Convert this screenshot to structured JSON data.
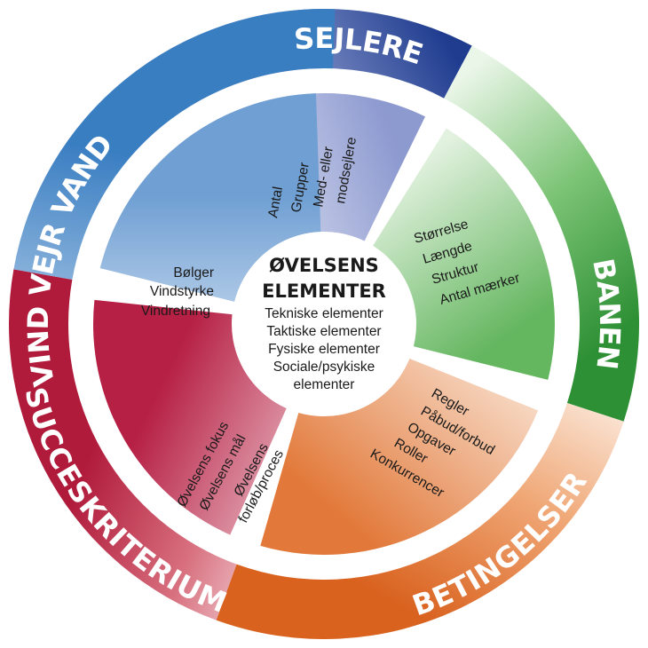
{
  "center": {
    "title_line1": "ØVELSENS",
    "title_line2": "ELEMENTER",
    "items": [
      "Tekniske elementer",
      "Taktiske elementer",
      "Fysiske elementer",
      "Sociale/psykiske",
      "elementer"
    ]
  },
  "segments": {
    "sejlere": {
      "title": "SEJLERE",
      "color": "#1f3c8f",
      "items": [
        "Antal",
        "Grupper",
        "Med- eller",
        "modsejlere"
      ]
    },
    "banen": {
      "title": "BANEN",
      "color": "#3a9a3f",
      "items": [
        "Størrelse",
        "Længde",
        "Struktur",
        "Antal mærker"
      ]
    },
    "betingelser": {
      "title": "BETINGELSER",
      "color": "#e0702e",
      "items": [
        "Regler",
        "Påbud/forbud",
        "Opgaver",
        "Roller",
        "Konkurrencer"
      ]
    },
    "succeskriterium": {
      "title": "SUCCESKRITERIUM",
      "color": "#b31e3f",
      "items": [
        "Øvelsens fokus",
        "Øvelsens mål",
        "Øvelsens",
        "forløb/proces"
      ]
    },
    "vind": {
      "title": "VIND VEJR VAND",
      "color": "#3f82c4",
      "items": [
        "Bølger",
        "Vindstyrke",
        "Vindretning"
      ]
    }
  }
}
